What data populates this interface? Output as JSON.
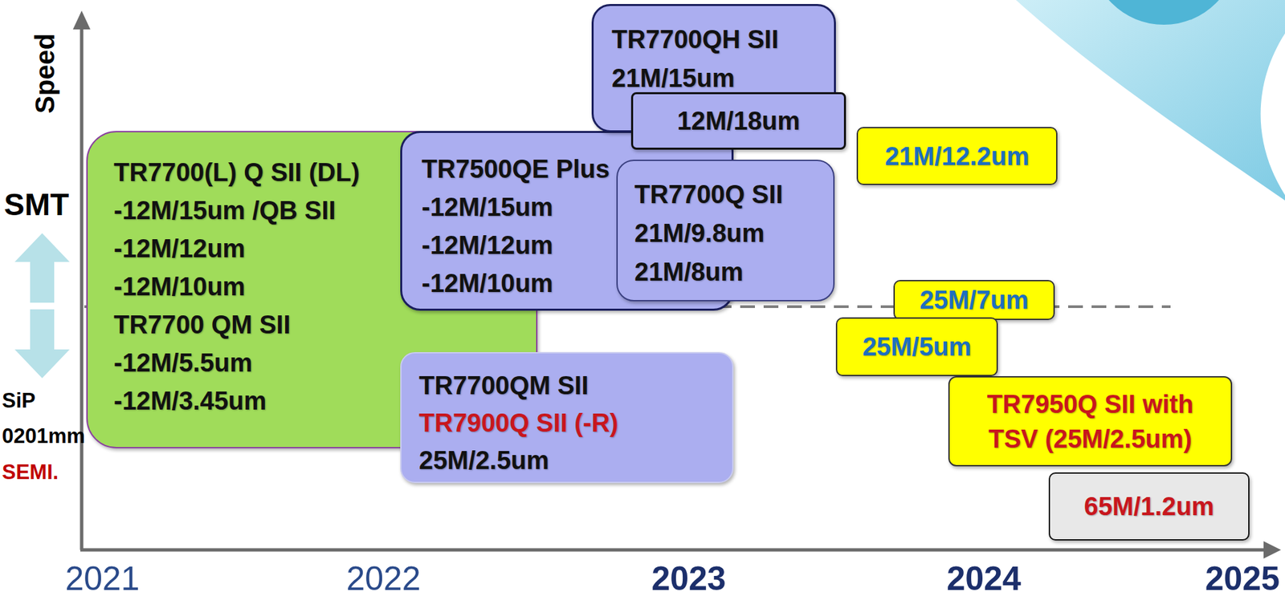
{
  "diagram": {
    "nodes": [
      {
        "text": [
          "TR7700(L) Q SII (DL)",
          "-12M/15um /QB SII",
          "-12M/12um",
          "-12M/10um",
          "TR7700 QM SII",
          "-12M/5.5um",
          "-12M/3.45um"
        ]
      },
      {
        "text": [
          "TR7500QE Plus",
          "-12M/15um",
          "-12M/12um",
          "-12M/10um"
        ]
      },
      {
        "text": [
          "TR7700QH SII",
          "21M/15um"
        ]
      },
      {
        "text": [
          "12M/18um"
        ]
      },
      {
        "text": [
          "TR7700Q SII",
          "21M/9.8um",
          "21M/8um"
        ]
      },
      {
        "text": [
          "TR7700QM SII",
          "TR7900Q SII (-R)",
          "25M/2.5um"
        ]
      },
      {
        "text": [
          "21M/12.2um"
        ]
      },
      {
        "text": [
          "25M/7um"
        ]
      },
      {
        "text": [
          "25M/5um"
        ]
      },
      {
        "text": [
          "TR7950Q SII with TSV (25M/2.5um)"
        ]
      },
      {
        "text": [
          "65M/1.2um"
        ]
      }
    ],
    "labels": [
      "Speed",
      "SMT",
      "SiP",
      "0201mm",
      "SEMI.",
      "2021",
      "2022",
      "2023",
      "2024",
      "2025"
    ]
  }
}
